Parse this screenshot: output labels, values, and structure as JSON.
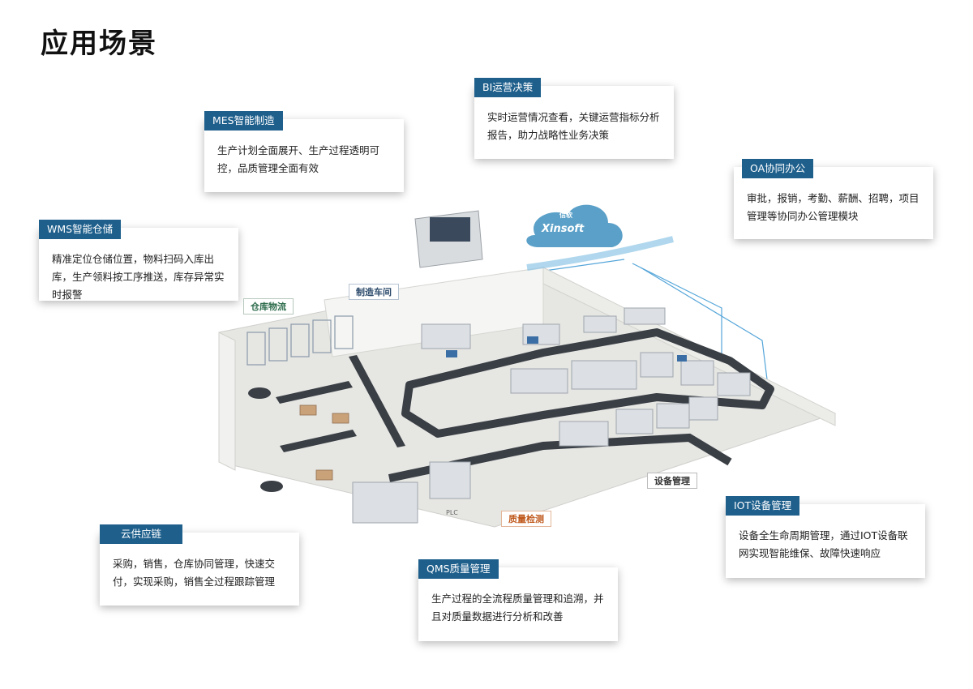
{
  "page": {
    "title": "应用场景"
  },
  "cards": {
    "mes": {
      "tag": "MES智能制造",
      "desc": "生产计划全面展开、生产过程透明可控，品质管理全面有效"
    },
    "bi": {
      "tag": "BI运营决策",
      "desc": "实时运营情况查看，关键运营指标分析报告，助力战略性业务决策"
    },
    "oa": {
      "tag": "OA协同办公",
      "desc": "审批，报销，考勤、薪酬、招聘，项目管理等协同办公管理模块"
    },
    "wms": {
      "tag": "WMS智能仓储",
      "desc": "精准定位仓储位置，物料扫码入库出库，生产领料按工序推送，库存异常实时报警"
    },
    "scm": {
      "tag": "云供应链",
      "desc": "采购，销售，仓库协同管理，快速交付，实现采购，销售全过程跟踪管理"
    },
    "qms": {
      "tag": "QMS质量管理",
      "desc": "生产过程的全流程质量管理和追溯，并且对质量数据进行分析和改善"
    },
    "iot": {
      "tag": "IOT设备管理",
      "desc": "设备全生命周期管理，通过IOT设备联网实现智能维保、故障快速响应"
    }
  },
  "scene": {
    "cloud_logo": "Xinsoft",
    "cloud_logo_small": "信软",
    "plc_label": "PLC",
    "labels": {
      "warehouse": "仓库物流",
      "workshop": "制造车间",
      "quality": "质量检测",
      "equipment": "设备管理"
    }
  },
  "colors": {
    "tag_bg": "#1e5f8c",
    "belt": "#3a3f45",
    "floor": "#e6e6e3",
    "wall": "#f1f1ef",
    "link_line": "#2a8fd0",
    "cloud": "#5aa0c8",
    "quality_label": "#c05a1e",
    "equipment_label": "#333333"
  }
}
